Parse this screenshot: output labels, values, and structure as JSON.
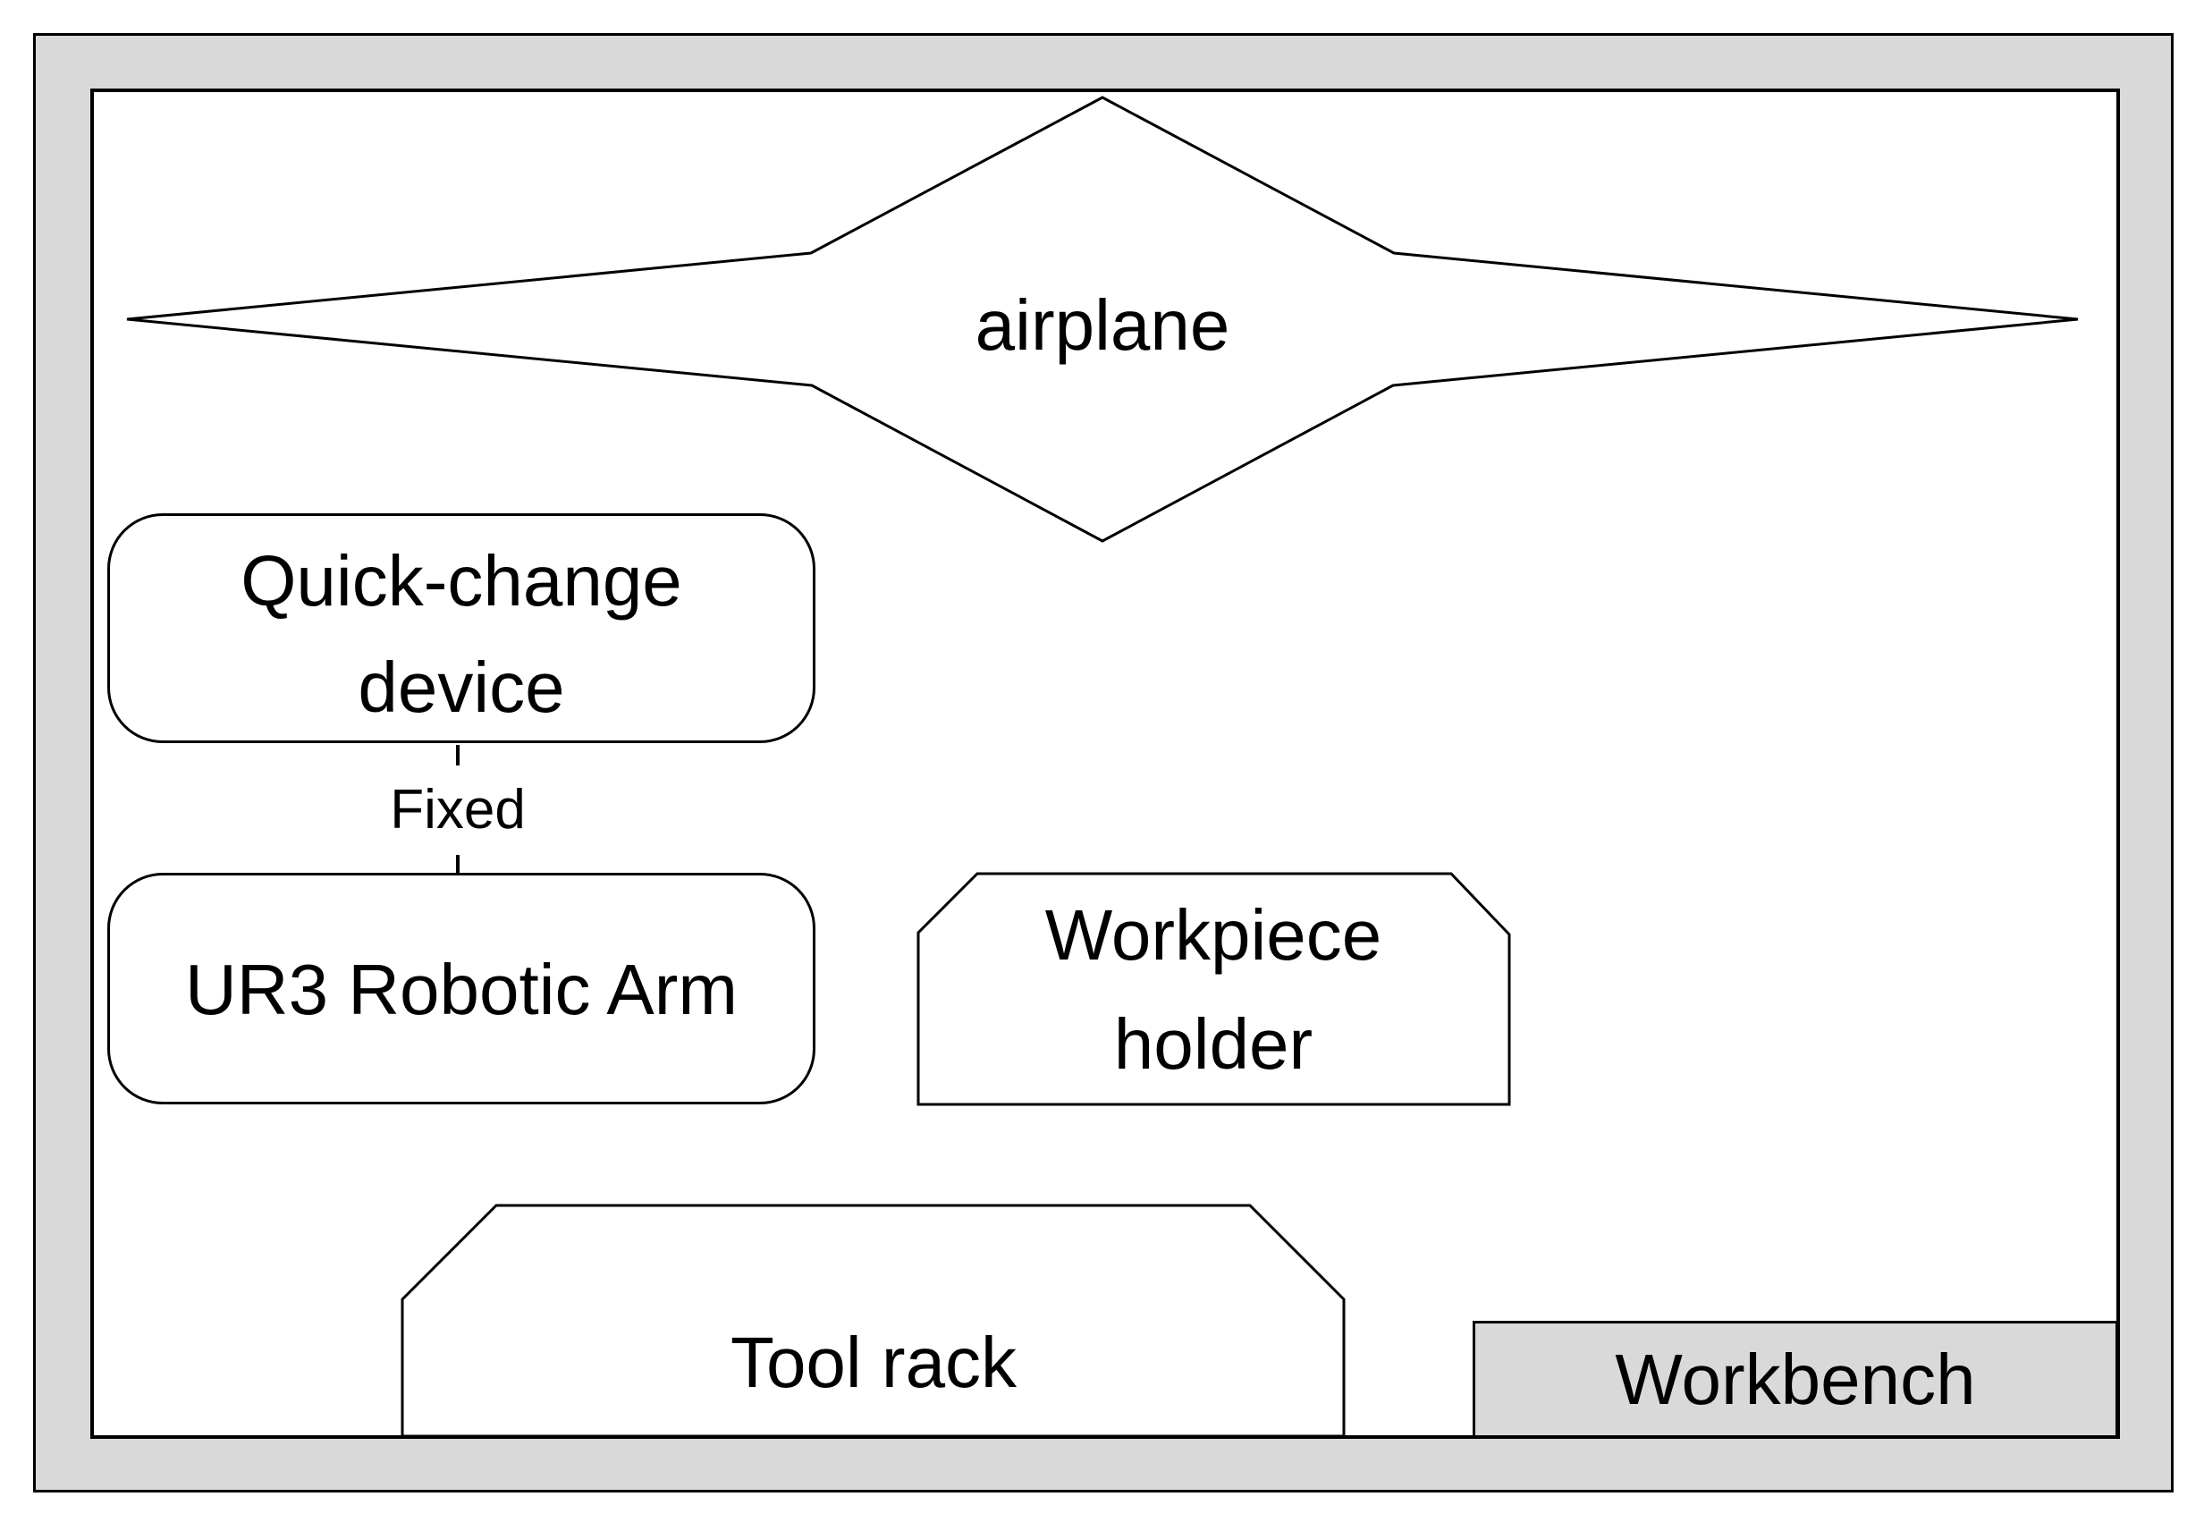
{
  "colors": {
    "frame_fill": "#d9d9d9",
    "workbench_fill": "#d9d9d9",
    "outline": "#000000",
    "shape_fill": "#ffffff",
    "text": "#000000"
  },
  "shapes": {
    "airplane": {
      "label": "airplane"
    },
    "quick_change_device": {
      "label_line1": "Quick-change",
      "label_line2": "device"
    },
    "fixed_connector": {
      "label": "Fixed"
    },
    "ur3_robotic_arm": {
      "label": "UR3 Robotic Arm"
    },
    "workpiece_holder": {
      "label_line1": "Workpiece",
      "label_line2": "holder"
    },
    "tool_rack": {
      "label": "Tool rack"
    },
    "workbench": {
      "label": "Workbench"
    }
  }
}
